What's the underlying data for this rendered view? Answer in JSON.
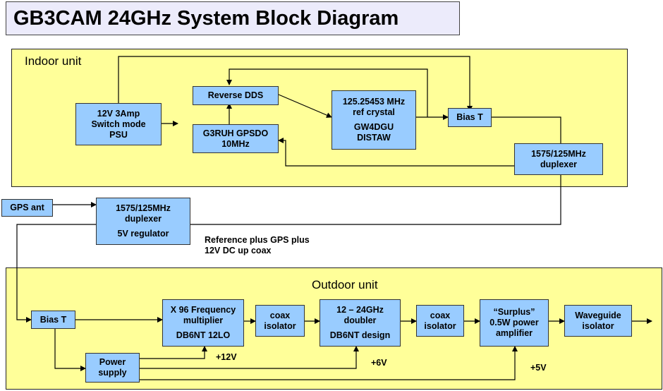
{
  "title": "GB3CAM 24GHz System Block Diagram",
  "indoor": {
    "label": "Indoor unit",
    "psu": [
      "12V 3Amp",
      "Switch mode",
      "PSU"
    ],
    "reverse_dds": "Reverse DDS",
    "gpsdo": [
      "G3RUH GPSDO",
      "10MHz"
    ],
    "crystal": [
      "125.25453 MHz",
      "ref crystal"
    ],
    "crystal_sub": [
      "GW4DGU",
      "DISTAW"
    ],
    "bias_t": "Bias T",
    "duplexer": [
      "1575/125MHz",
      "duplexer"
    ]
  },
  "middle": {
    "gps_ant": "GPS ant",
    "duplexer": [
      "1575/125MHz",
      "duplexer"
    ],
    "regulator": "5V regulator",
    "note": [
      "Reference plus GPS plus",
      "12V DC up coax"
    ]
  },
  "outdoor": {
    "label": "Outdoor unit",
    "bias_t": "Bias T",
    "power_supply": [
      "Power",
      "supply"
    ],
    "multiplier": [
      "X 96 Frequency",
      "multiplier"
    ],
    "multiplier_sub": "DB6NT 12LO",
    "isolator1": [
      "coax",
      "isolator"
    ],
    "doubler": [
      "12 – 24GHz",
      "doubler"
    ],
    "doubler_sub": "DB6NT design",
    "isolator2": [
      "coax",
      "isolator"
    ],
    "amplifier": [
      "“Surplus”",
      "0.5W power",
      "amplifier"
    ],
    "waveguide": [
      "Waveguide",
      "isolator"
    ],
    "v12": "+12V",
    "v6": "+6V",
    "v5": "+5V"
  }
}
